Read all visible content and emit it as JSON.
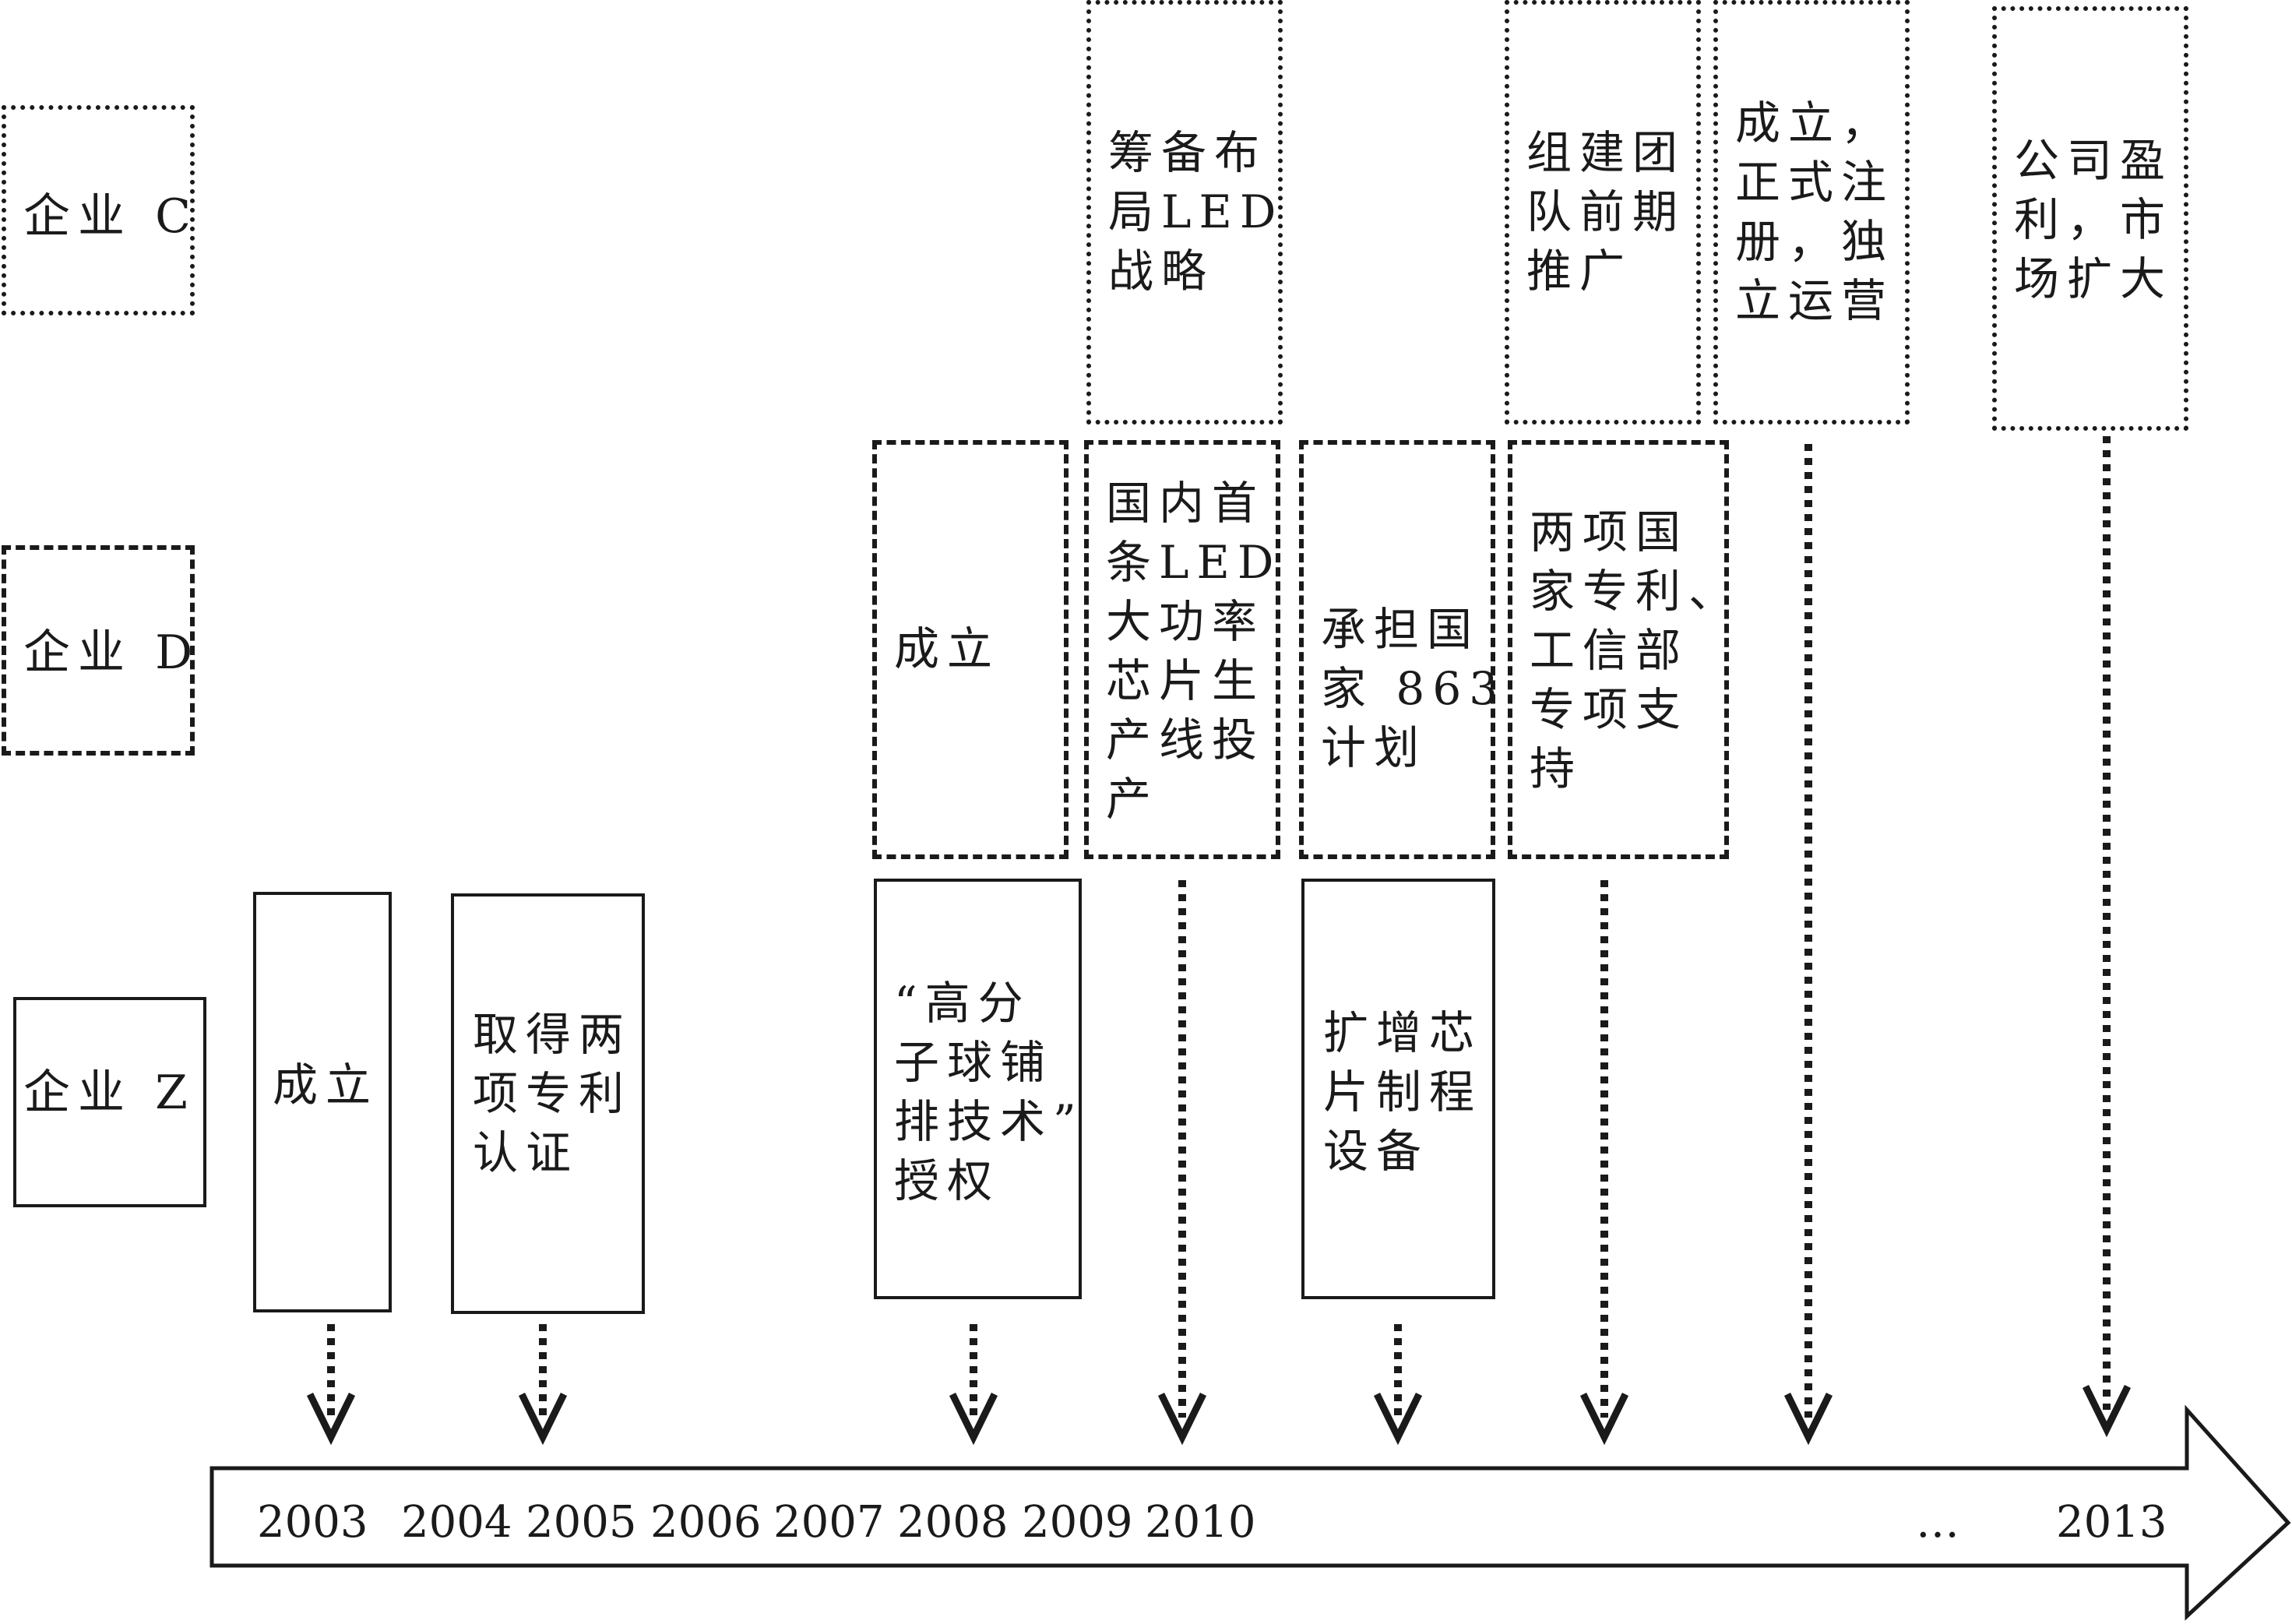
{
  "rows": {
    "c": {
      "label": "企业 C"
    },
    "d": {
      "label": "企业 D"
    },
    "z": {
      "label": "企业 Z"
    }
  },
  "events": {
    "c1": {
      "text": "筹备布\n局LED\n战略"
    },
    "c2": {
      "text": "组建团\n队前期\n推广"
    },
    "c3": {
      "text": "成立，\n正式注\n册，独\n立运营"
    },
    "c4": {
      "text": "公司盈\n利，市\n场扩大"
    },
    "d1": {
      "text": "成立"
    },
    "d2": {
      "text": "国内首\n条LED\n大功率\n芯片生\n产线投\n产"
    },
    "d3": {
      "text": "承担国\n家 863\n计划"
    },
    "d4": {
      "text": "两项国\n家专利、\n工信部\n专项支\n持"
    },
    "z1": {
      "text": "成立"
    },
    "z2": {
      "text": "取得两\n项专利\n认证"
    },
    "z3": {
      "text": "“高分\n子球铺\n排技术”\n授权"
    },
    "z4": {
      "text": "扩增芯\n片制程\n设备"
    }
  },
  "timeline": {
    "years": [
      "2003",
      "2004",
      "2005",
      "2006",
      "2007",
      "2008",
      "2009",
      "2010",
      "…",
      "2013"
    ]
  }
}
